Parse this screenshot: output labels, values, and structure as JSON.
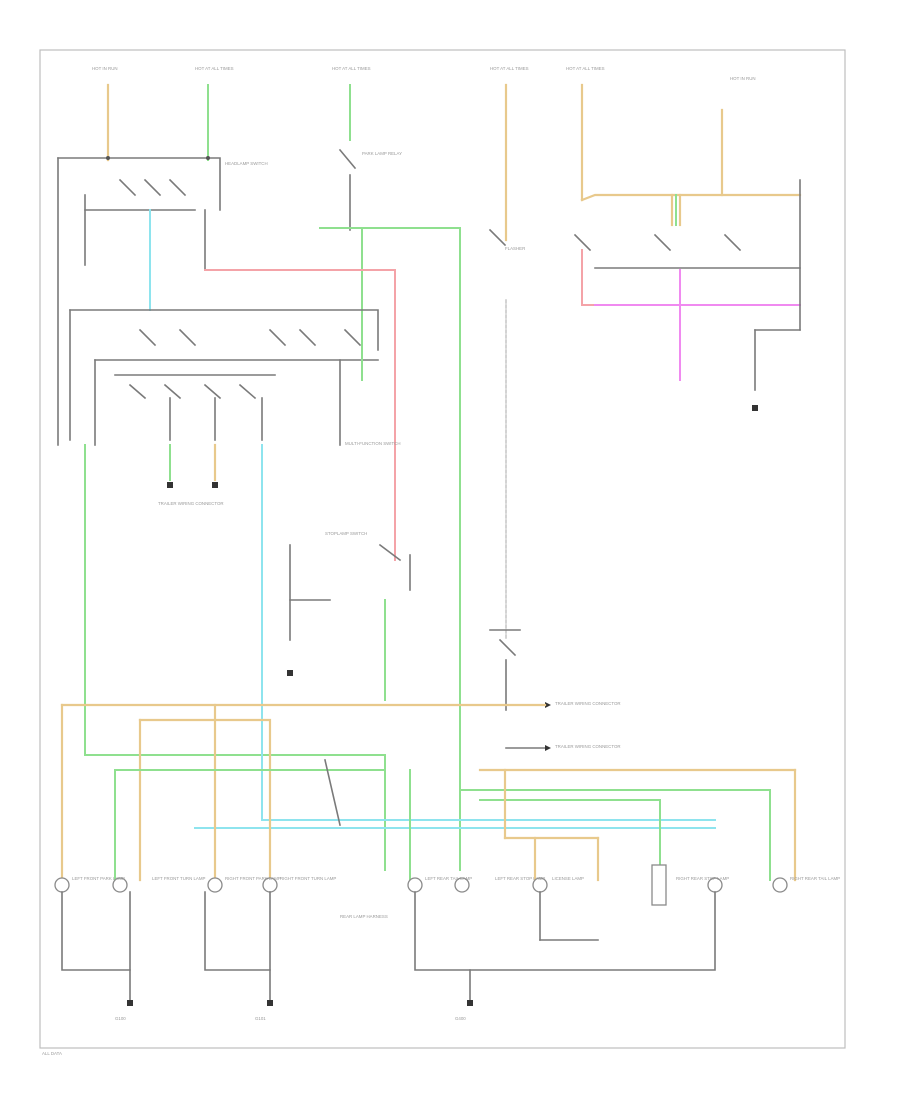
{
  "diagram": {
    "watermark": "",
    "labels": {
      "fuse_top_1": "HOT IN RUN",
      "fuse_top_2": "HOT AT ALL TIMES",
      "fuse_top_3": "HOT AT ALL TIMES",
      "fuse_top_4": "HOT AT ALL TIMES",
      "fuse_top_5": "HOT AT ALL TIMES",
      "fuse_top_6": "HOT IN RUN",
      "headlamp_switch": "HEADLAMP SWITCH",
      "park_lamp_relay": "PARK LAMP RELAY",
      "multifunction_switch": "MULTI-FUNCTION SWITCH",
      "trailer_connector_1": "TRAILER WIRING CONNECTOR",
      "trailer_connector_2": "TRAILER WIRING CONNECTOR",
      "trailer_connector_3": "TRAILER WIRING CONNECTOR",
      "brake_switch": "STOPLAMP SWITCH",
      "rear_lamp_harness": "REAR LAMP HARNESS",
      "hazard_flasher": "FLASHER",
      "bottom_lamps": [
        "LEFT FRONT PARK LAMP",
        "LEFT FRONT TURN LAMP",
        "RIGHT FRONT PARK LAMP",
        "RIGHT FRONT TURN LAMP",
        "LEFT REAR TAIL LAMP",
        "LEFT REAR STOP LAMP",
        "LICENSE LAMP",
        "RIGHT REAR STOP LAMP",
        "RIGHT REAR TAIL LAMP"
      ],
      "ground_1": "G100",
      "ground_2": "G101",
      "ground_3": "G400",
      "footer": "ALL DATA"
    },
    "wire_colors": {
      "tan": "#e8c98c",
      "green": "#8fe08f",
      "cyan": "#8ee4ee",
      "pink": "#f4a3a8",
      "magenta": "#f08af0",
      "black": "#7a7a7a"
    }
  }
}
